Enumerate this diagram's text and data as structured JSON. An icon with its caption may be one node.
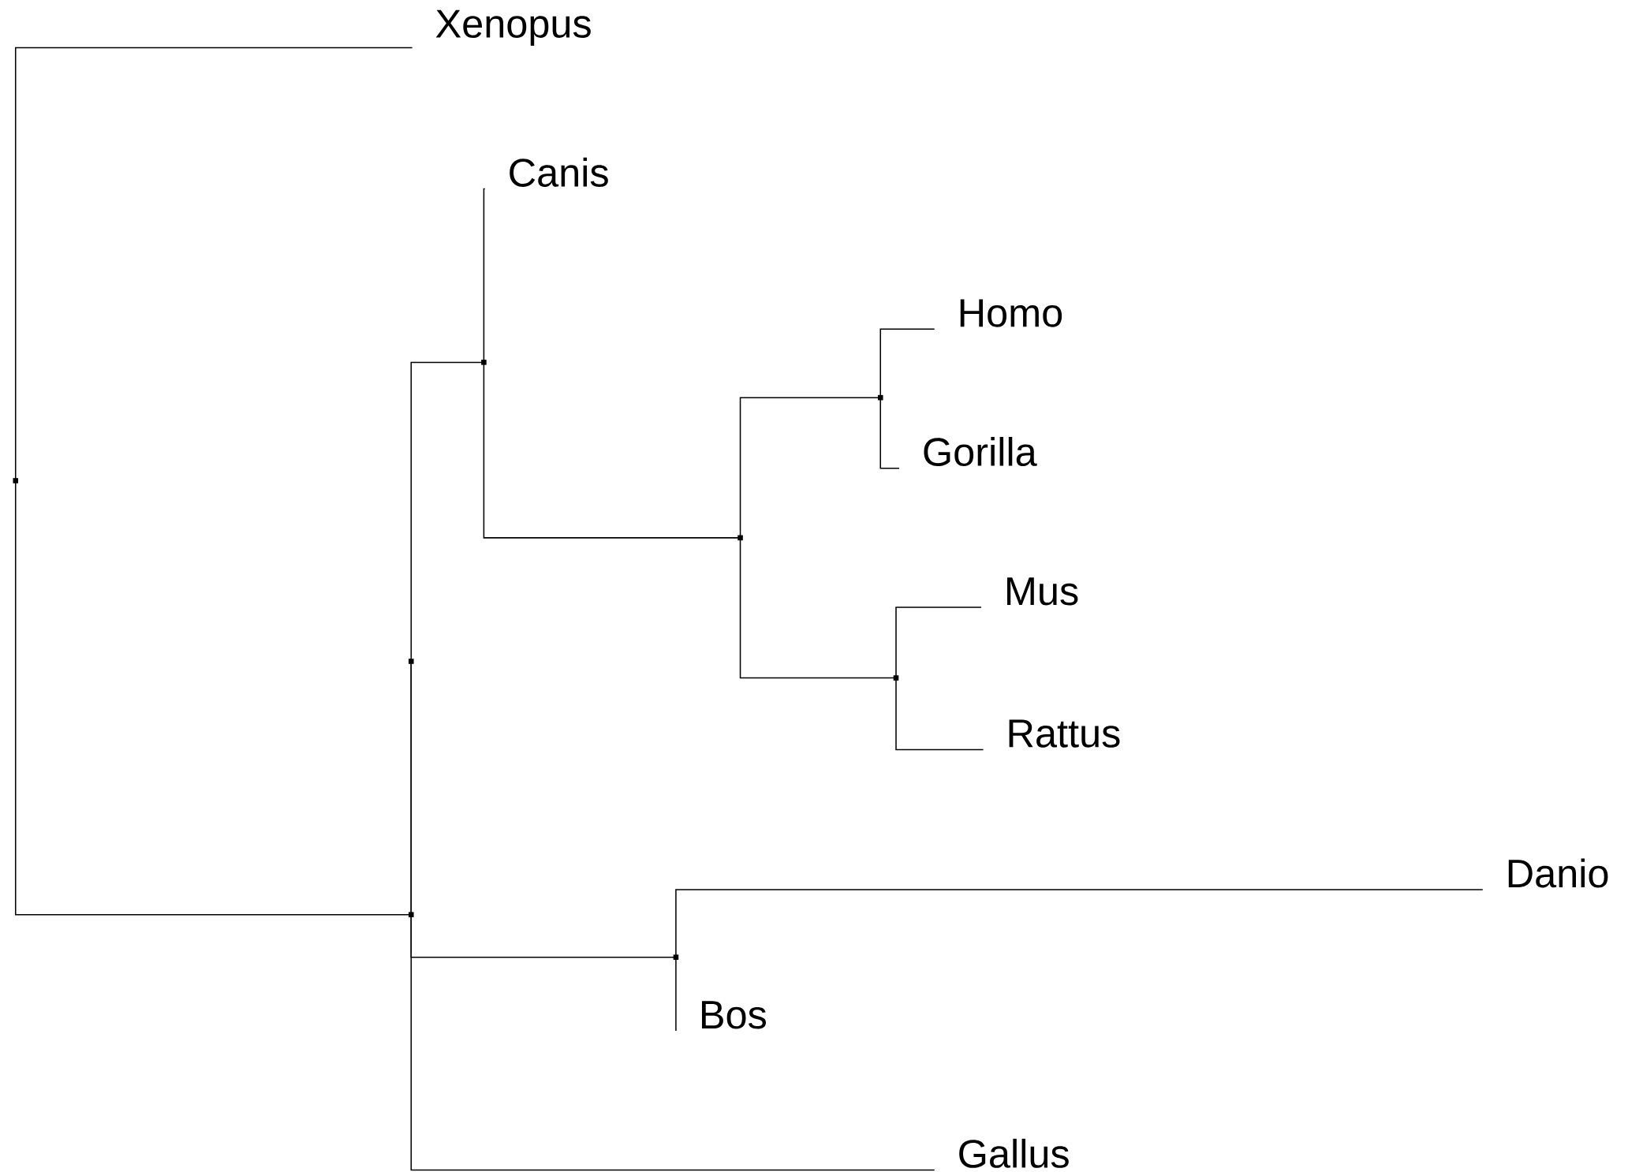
{
  "diagram": {
    "nodes": [
      {
        "text": [
          "Xenopus"
        ]
      },
      {
        "text": [
          "Canis"
        ]
      },
      {
        "text": [
          "Homo"
        ]
      },
      {
        "text": [
          "Gorilla"
        ]
      },
      {
        "text": [
          "Mus"
        ]
      },
      {
        "text": [
          "Rattus"
        ]
      },
      {
        "text": [
          "Danio"
        ]
      },
      {
        "text": [
          "Bos"
        ]
      },
      {
        "text": [
          "Gallus"
        ]
      },
      {
        "text": [],
        "shape": "box"
      },
      {
        "text": [],
        "shape": "box"
      },
      {
        "text": [],
        "shape": "box"
      },
      {
        "text": [],
        "shape": "box"
      },
      {
        "text": [],
        "shape": "box"
      },
      {
        "text": [],
        "shape": "box"
      },
      {
        "text": [],
        "shape": "box"
      },
      {
        "text": [],
        "shape": "box"
      }
    ],
    "edges": [
      {
        "from": 9,
        "to": 0,
        "arrow": "none"
      },
      {
        "from": 9,
        "to": 11,
        "arrow": "none"
      },
      {
        "from": 11,
        "to": 10,
        "arrow": "none"
      },
      {
        "from": 11,
        "to": 8,
        "arrow": "none"
      },
      {
        "from": 10,
        "to": 12,
        "arrow": "none"
      },
      {
        "from": 10,
        "to": 13,
        "arrow": "none"
      },
      {
        "from": 12,
        "to": 1,
        "arrow": "none"
      },
      {
        "from": 12,
        "to": 14,
        "arrow": "none"
      },
      {
        "from": 14,
        "to": 15,
        "arrow": "none"
      },
      {
        "from": 14,
        "to": 16,
        "arrow": "none"
      },
      {
        "from": 15,
        "to": 2,
        "arrow": "none"
      },
      {
        "from": 15,
        "to": 3,
        "arrow": "none"
      },
      {
        "from": 16,
        "to": 4,
        "arrow": "none"
      },
      {
        "from": 16,
        "to": 5,
        "arrow": "none"
      },
      {
        "from": 13,
        "to": 6,
        "arrow": "none"
      },
      {
        "from": 13,
        "to": 7,
        "arrow": "none"
      }
    ]
  }
}
